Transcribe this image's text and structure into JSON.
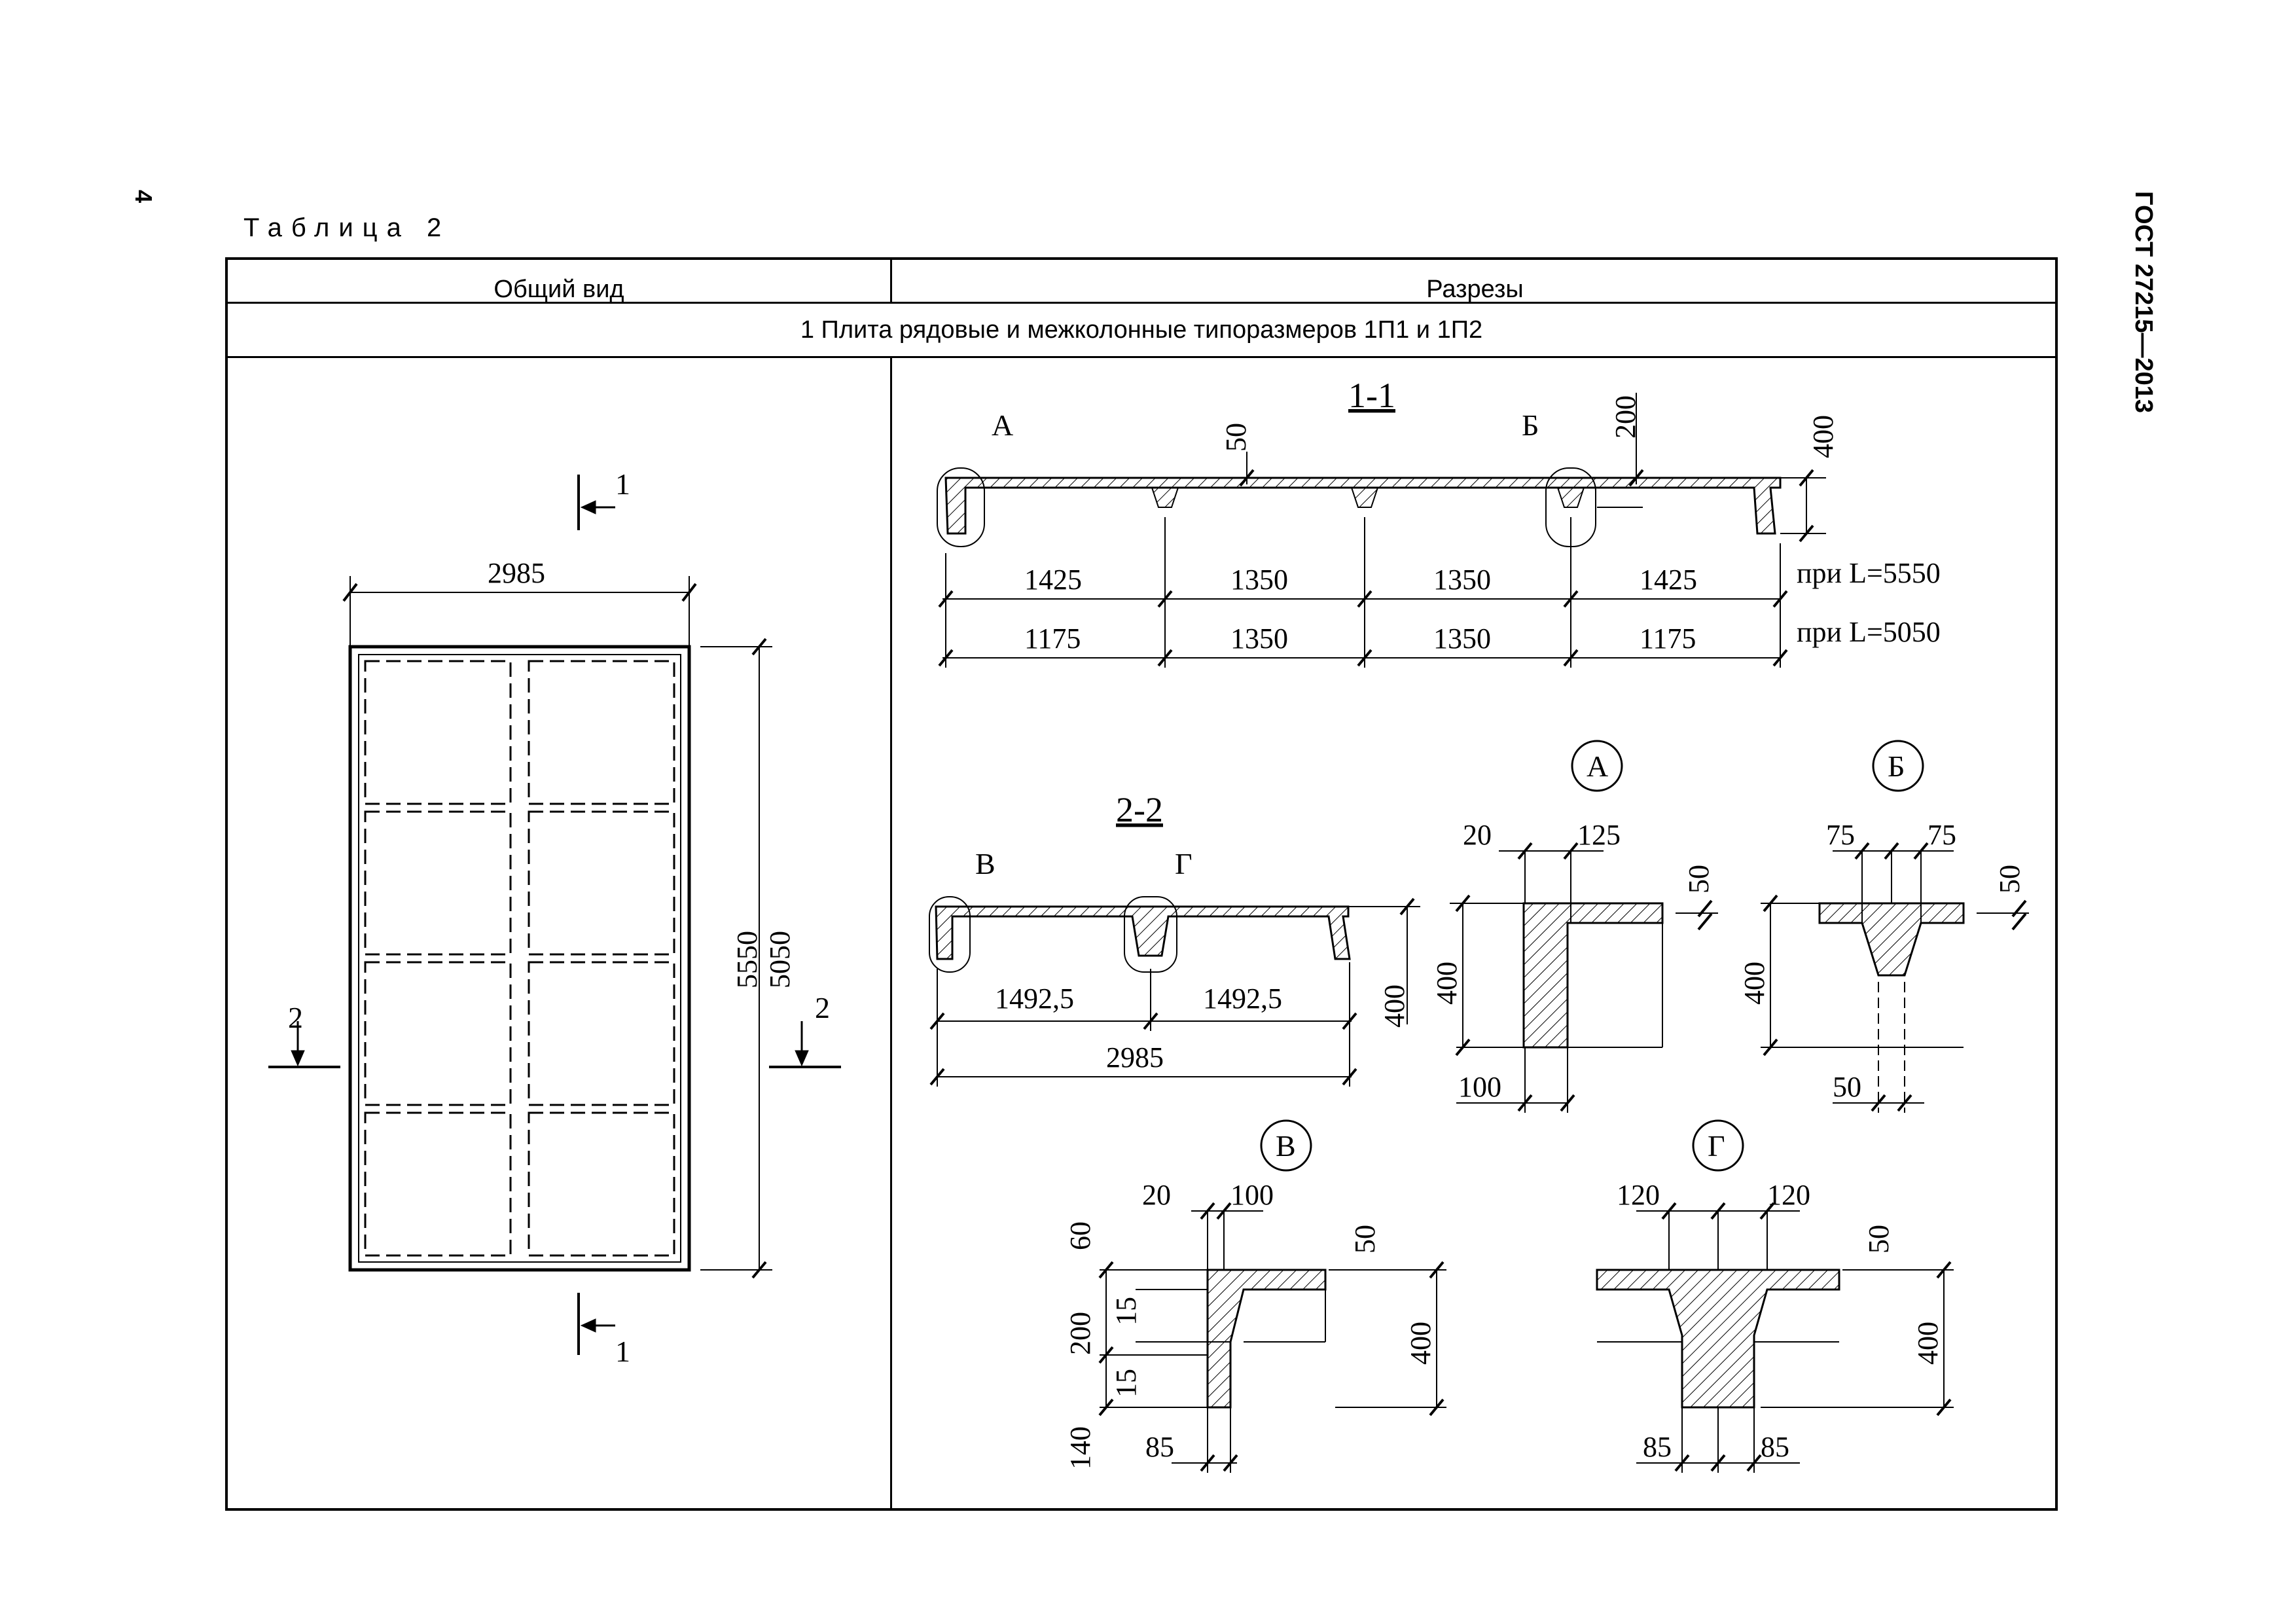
{
  "page_number": "4",
  "table_caption": "Таблица 2",
  "document_code": "ГОСТ 27215—2013",
  "table": {
    "col_general_view": "Общий вид",
    "col_sections": "Разрезы",
    "row_title": "1 Плита рядовые и межколонные типоразмеров 1П1 и 1П2"
  },
  "general_view": {
    "cut1_label": "1",
    "cut2_label": "2",
    "width": "2985",
    "length_1": "5550",
    "length_2": "5050"
  },
  "section_1_1": {
    "title": "1-1",
    "callout_a": "А",
    "callout_b": "Б",
    "dim_flange": "50",
    "dim_rib": "200",
    "dim_height": "400",
    "row1": [
      "1425",
      "1350",
      "1350",
      "1425"
    ],
    "row1_note": "при L=5550",
    "row2": [
      "1175",
      "1350",
      "1350",
      "1175"
    ],
    "row2_note": "при L=5050"
  },
  "section_2_2": {
    "title": "2-2",
    "callout_v": "В",
    "callout_g": "Г",
    "half_1": "1492,5",
    "half_2": "1492,5",
    "total": "2985",
    "height": "400"
  },
  "detail_a": {
    "label": "А",
    "d20": "20",
    "d125": "125",
    "d50": "50",
    "d400": "400",
    "d100": "100"
  },
  "detail_b": {
    "label": "Б",
    "d75a": "75",
    "d75b": "75",
    "d50": "50",
    "d400": "400",
    "d50b": "50"
  },
  "detail_v": {
    "label": "В",
    "d20": "20",
    "d100": "100",
    "d60": "60",
    "d200": "200",
    "d15a": "15",
    "d15b": "15",
    "d140": "140",
    "d50": "50",
    "d400": "400",
    "d85": "85"
  },
  "detail_g": {
    "label": "Г",
    "d120a": "120",
    "d120b": "120",
    "d50": "50",
    "d400": "400",
    "d85a": "85",
    "d85b": "85"
  }
}
